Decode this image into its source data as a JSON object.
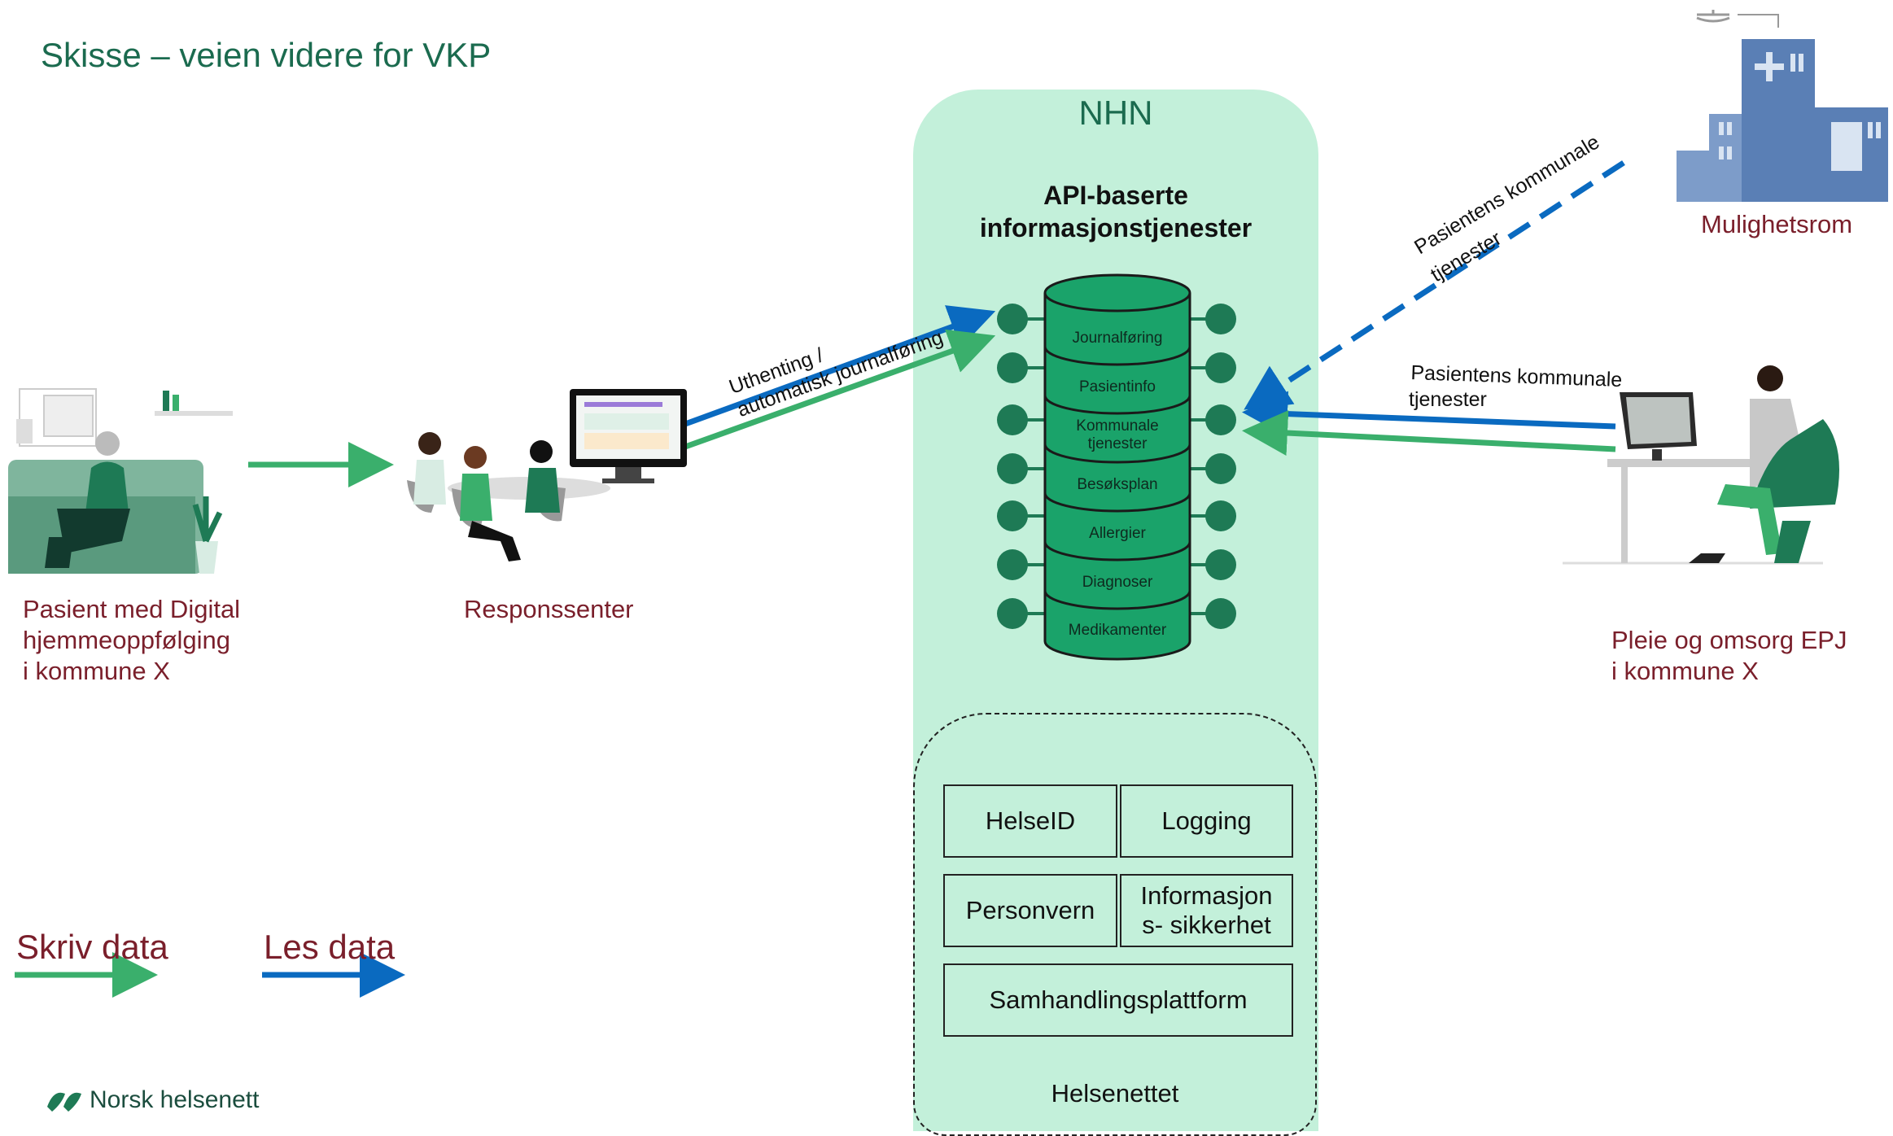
{
  "title": "Skisse – veien videre for VKP",
  "nhn": {
    "title": "NHN",
    "api_title": "API-baserte\ninformasjonstjenester",
    "services": [
      "Journalføring",
      "Pasientinfo",
      "Kommunale\ntjenester",
      "Besøksplan",
      "Allergier",
      "Diagnoser",
      "Medikamenter"
    ]
  },
  "helsenettet": {
    "label": "Helsenettet",
    "boxes": [
      "HelseID",
      "Logging",
      "Personvern",
      "Informasjon\ns- sikkerhet",
      "Samhandlingsplattform"
    ]
  },
  "actors": {
    "patient": "Pasient med Digital\nhjemmeoppfølging\ni kommune X",
    "response_center": "Responssenter",
    "epj": "Pleie og omsorg EPJ\ni kommune X",
    "opportunity": "Mulighetsrom"
  },
  "arrows": {
    "response_line1": "Uthenting /",
    "response_line2": "automatisk journalføring",
    "epj_line1": "Pasientens kommunale",
    "epj_line2": "tjenester",
    "dashed_line1": "Pasientens kommunale",
    "dashed_line2": "tjenester"
  },
  "legend": {
    "write": "Skriv data",
    "read": "Les data"
  },
  "logo": "Norsk helsenett",
  "colors": {
    "write_green": "#3aaf6c",
    "read_blue": "#0a6ac0",
    "panel_green": "#c3f0da",
    "node_green": "#1e7a55",
    "label_maroon": "#7a1f2b"
  }
}
